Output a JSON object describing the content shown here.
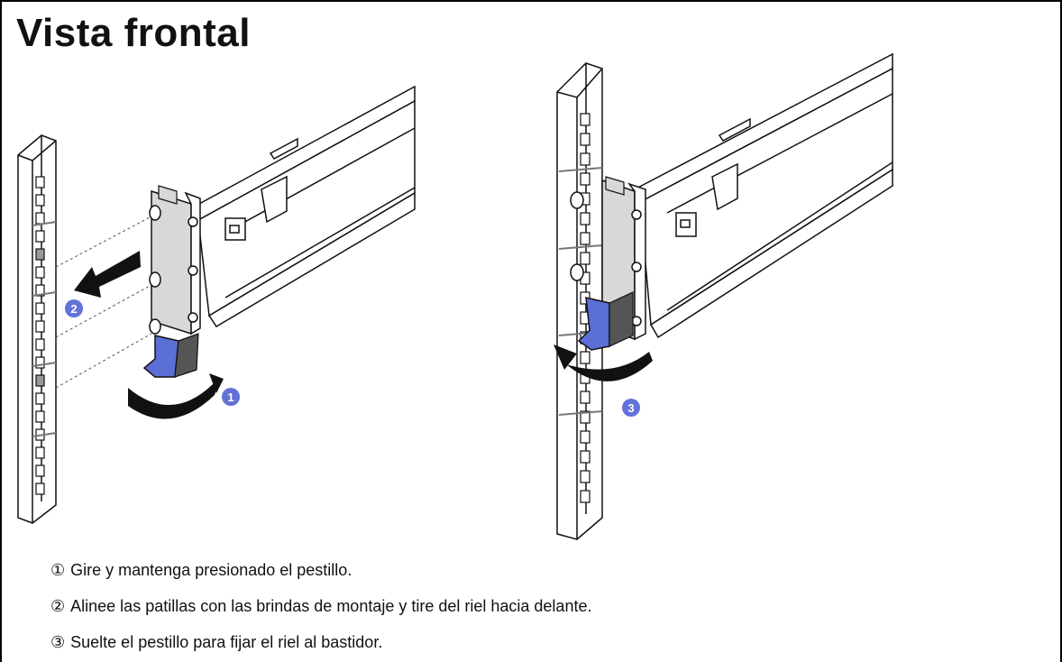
{
  "title": "Vista frontal",
  "callouts": [
    "1",
    "2",
    "3"
  ],
  "steps": [
    {
      "marker": "①",
      "text": "Gire y mantenga presionado el pestillo."
    },
    {
      "marker": "②",
      "text": "Alinee las patillas con las brindas de montaje y tire del riel hacia delante."
    },
    {
      "marker": "③",
      "text": "Suelte el pestillo para fijar el riel al bastidor."
    }
  ],
  "colors": {
    "latch": "#5b6fd6",
    "callout": "#6272d8",
    "rail": "#ffffff",
    "bracket": "#d8d8d8",
    "dark": "#555555"
  }
}
